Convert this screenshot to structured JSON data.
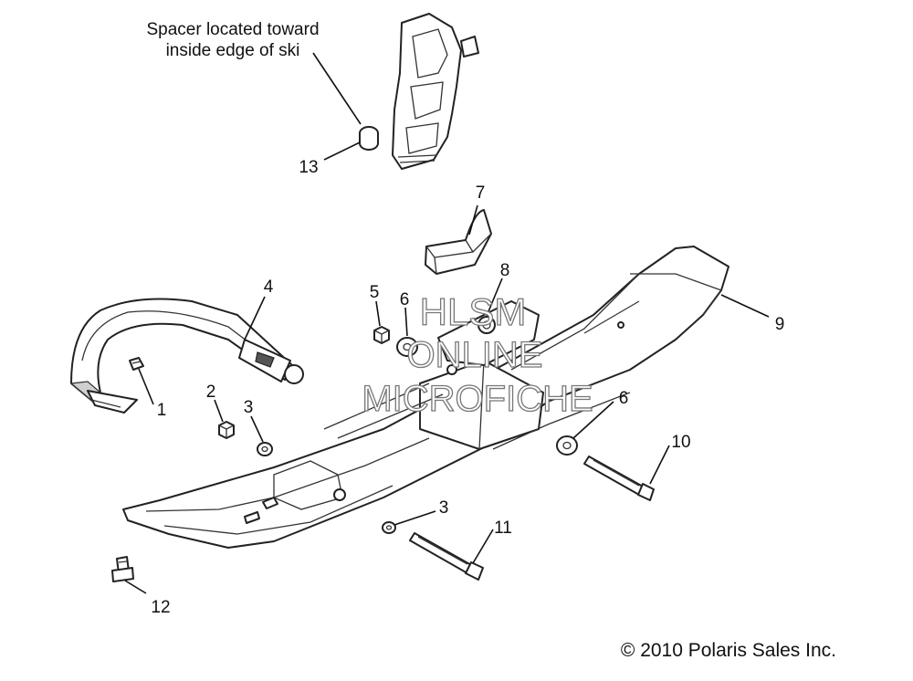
{
  "diagram": {
    "note_lines": [
      "Spacer located toward",
      "inside edge of ski"
    ],
    "callouts": [
      "13",
      "7",
      "8",
      "5",
      "6",
      "4",
      "9",
      "1",
      "2",
      "3",
      "6",
      "10",
      "3",
      "11",
      "12"
    ],
    "watermark_lines": [
      "HLSM",
      "ONLINE",
      "MICROFICHE"
    ],
    "copyright": "© 2010 Polaris Sales Inc."
  }
}
